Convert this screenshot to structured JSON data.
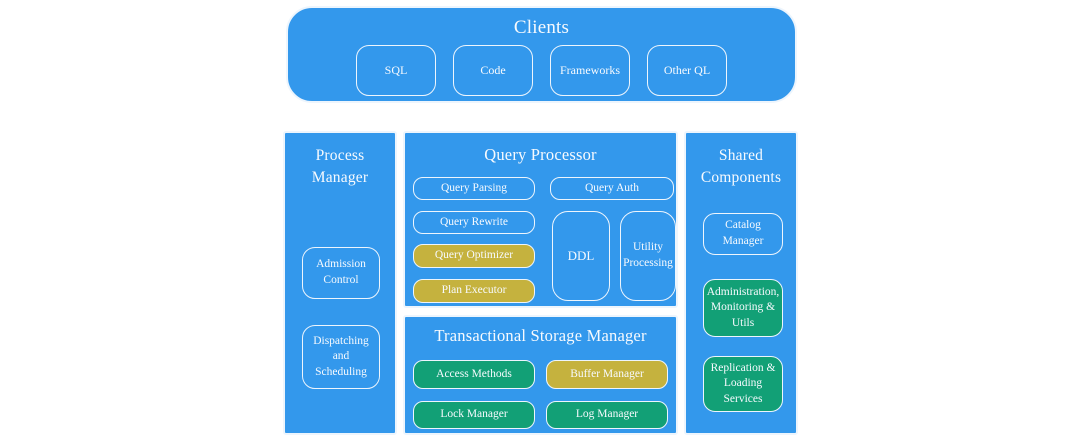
{
  "colors": {
    "blue": "#3398EC",
    "gold": "#C5B23E",
    "green": "#12A076",
    "text": "#F7FAFE",
    "border": "#EDF5FD"
  },
  "clients": {
    "title": "Clients",
    "items": [
      {
        "label": "SQL"
      },
      {
        "label": "Code"
      },
      {
        "label": "Frameworks"
      },
      {
        "label": "Other QL"
      }
    ]
  },
  "process_manager": {
    "title": "Process Manager",
    "items": [
      {
        "label": "Admission Control",
        "variant": "outline"
      },
      {
        "label": "Dispatching and Scheduling",
        "variant": "outline"
      }
    ]
  },
  "query_processor": {
    "title": "Query Processor",
    "boxes": [
      {
        "label": "Query Parsing",
        "variant": "outline"
      },
      {
        "label": "Query Auth",
        "variant": "outline"
      },
      {
        "label": "Query Rewrite",
        "variant": "outline"
      },
      {
        "label": "Query Optimizer",
        "variant": "gold"
      },
      {
        "label": "Plan Executor",
        "variant": "gold"
      },
      {
        "label": "DDL",
        "variant": "outline"
      },
      {
        "label": "Utility Processing",
        "variant": "outline"
      }
    ]
  },
  "storage_manager": {
    "title": "Transactional Storage Manager",
    "boxes": [
      {
        "label": "Access Methods",
        "variant": "green"
      },
      {
        "label": "Buffer Manager",
        "variant": "gold"
      },
      {
        "label": "Lock Manager",
        "variant": "green"
      },
      {
        "label": "Log Manager",
        "variant": "green"
      }
    ]
  },
  "shared_components": {
    "title": "Shared Components",
    "items": [
      {
        "label": "Catalog Manager",
        "variant": "outline"
      },
      {
        "label": "Administration, Monitoring & Utils",
        "variant": "green"
      },
      {
        "label": "Replication & Loading Services",
        "variant": "green"
      }
    ]
  }
}
